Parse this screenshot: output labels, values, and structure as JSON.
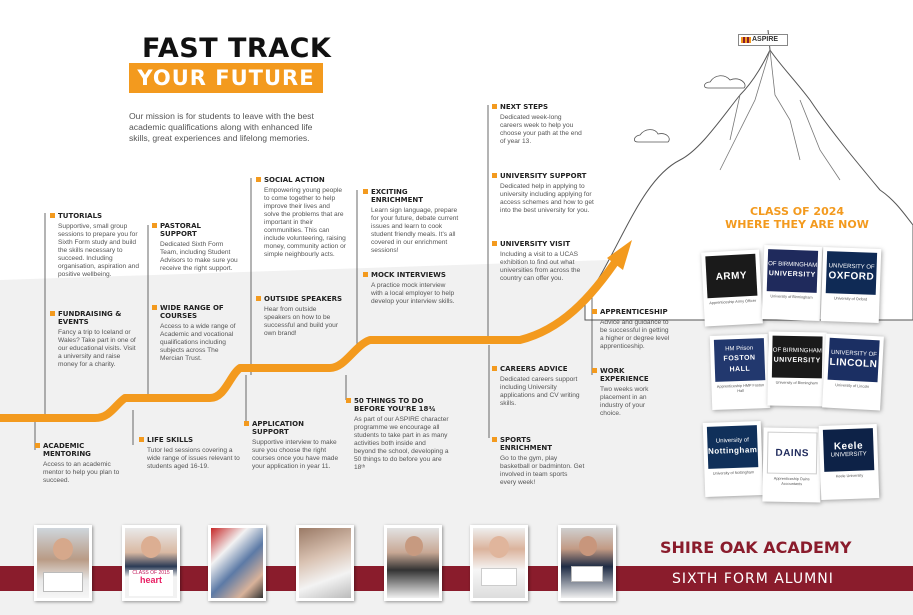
{
  "header": {
    "title_line1": "FAST TRACK",
    "title_line2": "YOUR FUTURE"
  },
  "mission": "Our mission is for students to leave with the best academic qualifications along with enhanced life skills, great experiences and lifelong memories.",
  "flag_label": "ASPIRE",
  "colors": {
    "accent": "#f39a1e",
    "maroon": "#8a1c2c"
  },
  "items": {
    "tutorials": {
      "title": "TUTORIALS",
      "text": "Supportive, small group sessions to prepare you for Sixth Form study and build the skills necessary to succeed. Including organisation, aspiration and positive wellbeing."
    },
    "fundraising": {
      "title": "FUNDRAISING & EVENTS",
      "text": "Fancy a trip to Iceland or Wales? Take part in one of our educational visits. Visit a university and raise money for a charity."
    },
    "mentoring": {
      "title": "ACADEMIC MENTORING",
      "text": "Access to an academic mentor to help you plan to succeed."
    },
    "pastoral": {
      "title": "PASTORAL SUPPORT",
      "text": "Dedicated Sixth Form Team, including Student Advisors to make sure you receive the right support."
    },
    "courses": {
      "title": "WIDE RANGE OF COURSES",
      "text": "Access to a wide range of Academic and vocational qualifications including subjects across The Mercian Trust."
    },
    "lifeskills": {
      "title": "LIFE SKILLS",
      "text": "Tutor led sessions covering a wide range of issues relevant to students aged 16-19."
    },
    "social": {
      "title": "SOCIAL ACTION",
      "text": "Empowering young people to come together to help improve their lives and solve the problems that are important in their communities. This can include volunteering, raising money, community action or simple neighbourly acts."
    },
    "speakers": {
      "title": "OUTSIDE SPEAKERS",
      "text": "Hear from outside speakers on how to be successful and build your own brand!"
    },
    "application": {
      "title": "APPLICATION SUPPORT",
      "text": "Supportive interview to make sure you choose the right courses once you have made your application in year 11."
    },
    "enrichment": {
      "title": "EXCITING ENRICHMENT",
      "text": "Learn sign language, prepare for your future, debate current issues and learn to cook student friendly meals. It's all covered in our enrichment sessions!"
    },
    "mock": {
      "title": "MOCK INTERVIEWS",
      "text": "A practice mock interview with a local employer to help develop your interview skills."
    },
    "fifty": {
      "title": "50 THINGS TO DO BEFORE YOU'RE 18¾",
      "text": "As part of our ASPIRE character programme we encourage all students to take part in as many activities both inside and beyond the school, developing a 50 things to do before you are 18ᵗʰ"
    },
    "nextsteps": {
      "title": "NEXT STEPS",
      "text": "Dedicated week-long careers week to help you choose your path at the end of year 13."
    },
    "unisupport": {
      "title": "UNIVERSITY SUPPORT",
      "text": "Dedicated help in applying to university including applying for access schemes and how to get into the best university for you."
    },
    "univisit": {
      "title": "UNIVERSITY VISIT",
      "text": "Including a visit to a UCAS exhibition to find out what universities from across the country can offer you."
    },
    "careers": {
      "title": "CAREERS ADVICE",
      "text": "Dedicated careers support including University applications and CV writing skills."
    },
    "sports": {
      "title": "SPORTS ENRICHMENT",
      "text": "Go to the gym, play basketball or badminton. Get involved in team sports every week!"
    },
    "apprenticeship": {
      "title": "APPRENTICESHIP",
      "text": "Advice and guidance to be successful in getting a higher or degree level apprenticeship."
    },
    "work": {
      "title": "WORK EXPERIENCE",
      "text": "Two weeks work placement in an industry of your choice."
    }
  },
  "class_of": {
    "line1": "CLASS OF 2024",
    "line2": "WHERE THEY ARE NOW"
  },
  "cards": [
    {
      "logo": "ARMY",
      "sub": "",
      "caption": "Apprenticeship Army Officer"
    },
    {
      "logo": "UNIVERSITY",
      "sub": "OF BIRMINGHAM",
      "caption": "University of Birmingham"
    },
    {
      "logo": "OXFORD",
      "sub": "UNIVERSITY OF",
      "caption": "University of Oxford"
    },
    {
      "logo": "FOSTON HALL",
      "sub": "HM Prison",
      "caption": "Apprenticeship HMP Foston Hall"
    },
    {
      "logo": "UNIVERSITY",
      "sub": "OF BIRMINGHAM",
      "caption": "University of Birmingham"
    },
    {
      "logo": "LINCOLN",
      "sub": "UNIVERSITY OF",
      "caption": "University of Lincoln"
    },
    {
      "logo": "Nottingham",
      "sub": "University of",
      "caption": "University of Nottingham"
    },
    {
      "logo": "DAINS",
      "sub": "",
      "caption": "Apprenticeship Dains Accountants"
    },
    {
      "logo": "Keele",
      "sub": "UNIVERSITY",
      "caption": "Keele University"
    }
  ],
  "photos": {
    "p2_sign": "CLASS OF 2015",
    "p2_brand": "heart"
  },
  "footer": {
    "academy": "SHIRE OAK ACADEMY",
    "alumni": "SIXTH FORM ALUMNI"
  }
}
